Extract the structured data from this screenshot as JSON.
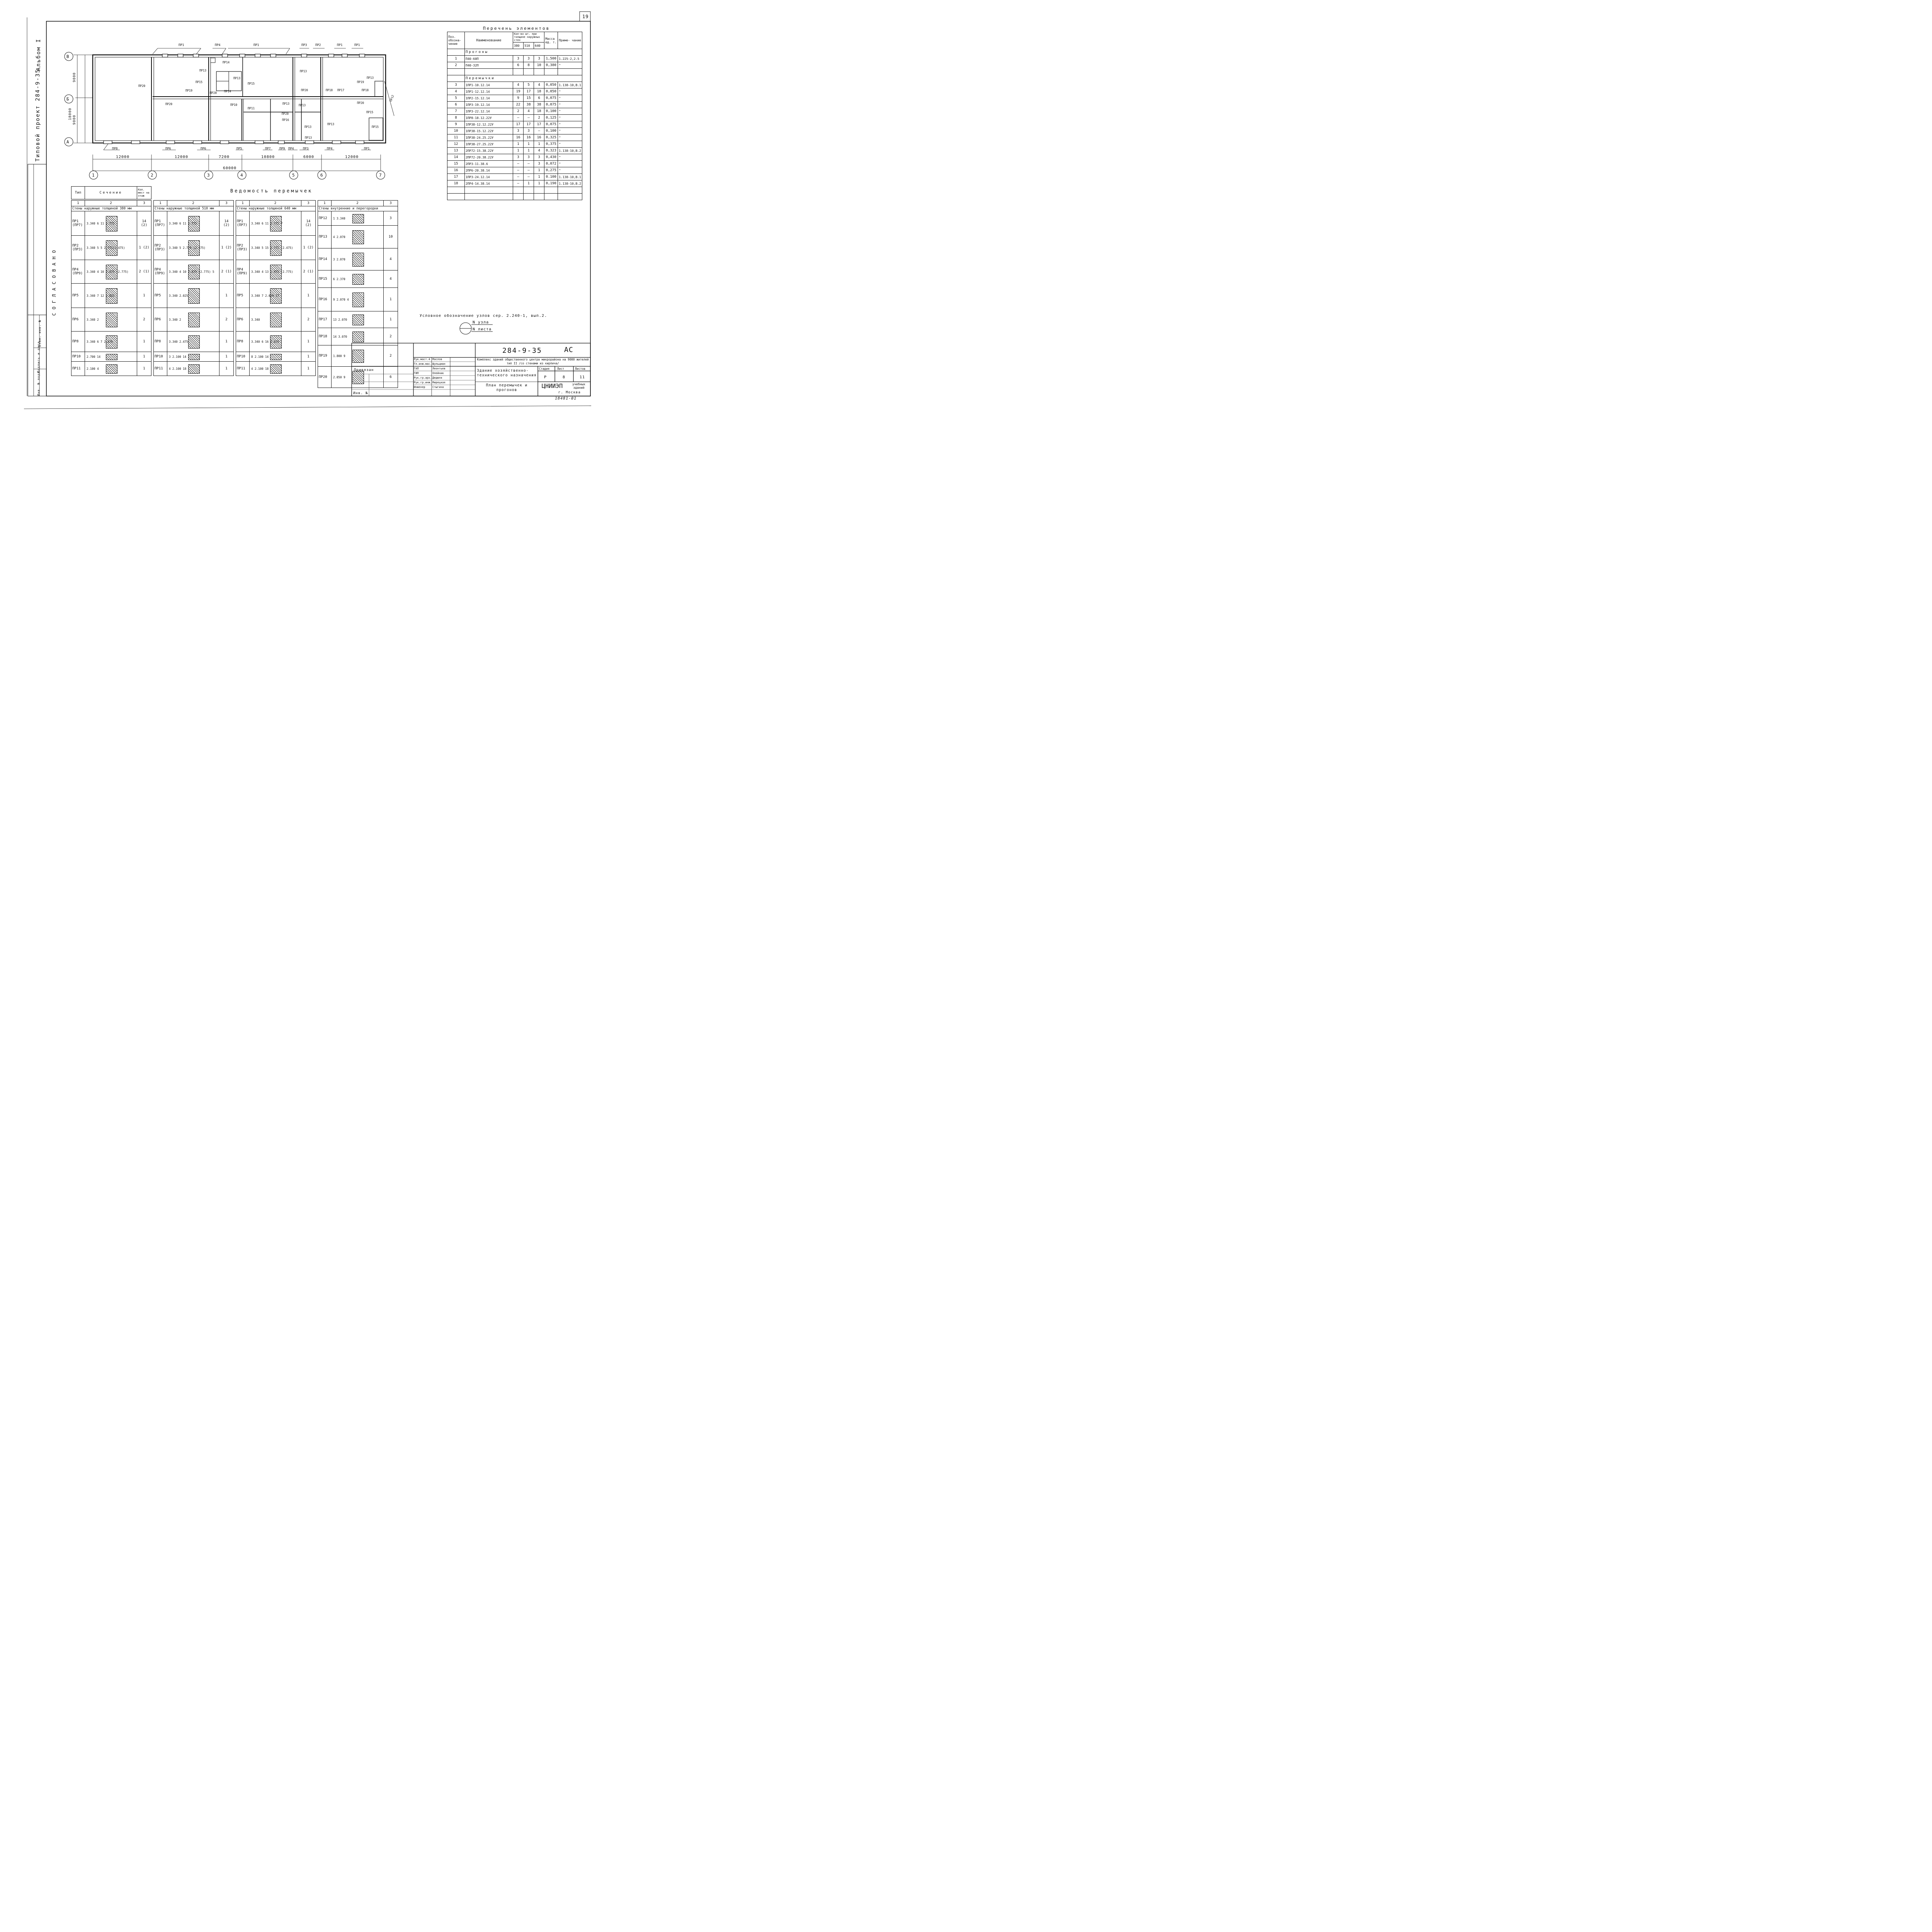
{
  "sheet": {
    "number": "19",
    "album": "Альбом I",
    "project": "Типовой проект 284-9-35",
    "agreed": "СОГЛАСОВАНО"
  },
  "left_margin": {
    "inv_orig": "Инв. № подл.",
    "sign_date": "Подпись и дата",
    "replace_inv": "Взам. инв. №"
  },
  "plan": {
    "axes_letters": [
      "В",
      "Б",
      "А"
    ],
    "axes_numbers": [
      "1",
      "2",
      "3",
      "4",
      "5",
      "6",
      "7"
    ],
    "dims_bottom": [
      "12000",
      "12000",
      "7200",
      "10800",
      "6000",
      "12000"
    ],
    "dim_total": "60000",
    "dims_left": [
      "9000",
      "9000",
      "18000"
    ],
    "top_labels": [
      "ПР1",
      "ПР4",
      "ПР1",
      "ПР3",
      "ПР2",
      "ПР1",
      "ПР1"
    ],
    "bottom_labels": [
      "ПР8",
      "ПР6",
      "ПР6",
      "ПР5",
      "ПР7",
      "ПР9",
      "ПР4",
      "ПР3",
      "ПР4",
      "ПР1"
    ],
    "inner_labels": [
      "ПР20",
      "ПР20",
      "ПР19",
      "ПР15",
      "ПР13",
      "ПР14",
      "ПР13",
      "ПР20",
      "ПР14",
      "ПР15",
      "ПР10",
      "ПР11",
      "ПР13",
      "ПР13",
      "ПР20",
      "ПР16",
      "ПР13",
      "ПР13",
      "ПР13",
      "ПР20",
      "ПР18",
      "ПР17",
      "ПР18",
      "ПР19",
      "ПР13",
      "ПР20",
      "ПР12",
      "ПР15",
      "ПР15",
      "ПР13"
    ]
  },
  "elements": {
    "title": "Перечень элементов",
    "headers": {
      "pos": "Поз. обозна- чение",
      "name": "Наименование",
      "qty": "Кол-во шт. при толщине наружных стен",
      "qty_cols": [
        "380",
        "510",
        "640"
      ],
      "mass": "Масса ед. т.",
      "note": "Приме- чание"
    },
    "group1": "Прогоны",
    "group2": "Перемычки",
    "rows1": [
      [
        "1",
        "П40-60П",
        "3",
        "3",
        "3",
        "1,500",
        "1.225-2,2.5"
      ],
      [
        "2",
        "П40-32П",
        "6",
        "8",
        "10",
        "0,380",
        "\""
      ]
    ],
    "rows2": [
      [
        "3",
        "1ПР1-10.12.14",
        "4",
        "5",
        "4",
        "0,050",
        "1.138-10,В.1"
      ],
      [
        "4",
        "1ПР1-12.12.14",
        "19",
        "17",
        "18",
        "0,050",
        "\""
      ],
      [
        "5",
        "1ПР2-15.12.14",
        "9",
        "15",
        "6",
        "0,075",
        "\""
      ],
      [
        "6",
        "1ПР3-19.12.14",
        "22",
        "38",
        "38",
        "0,075",
        "\""
      ],
      [
        "7",
        "1ПР3-22.12.14",
        "2",
        "4",
        "18",
        "0,100",
        "\""
      ],
      [
        "8",
        "1ПР8-18.12.22У",
        "—",
        "—",
        "2",
        "0,125",
        "\""
      ],
      [
        "9",
        "1ПР38-12.12.22У",
        "17",
        "17",
        "17",
        "0,075",
        "\""
      ],
      [
        "10",
        "1ПР38-15.12.22У",
        "3",
        "3",
        "—",
        "0,100",
        "\""
      ],
      [
        "11",
        "1ПР38-24.25.22У",
        "16",
        "16",
        "16",
        "0,325",
        "\""
      ],
      [
        "12",
        "1ПР38-27.25.22У",
        "1",
        "1",
        "1",
        "0,375",
        "\""
      ],
      [
        "13",
        "2ПР72-15.38.22У",
        "1",
        "1",
        "4",
        "0,323",
        "1.138-10,В.2"
      ],
      [
        "14",
        "2ПР72-20.38.22У",
        "3",
        "3",
        "3",
        "0,430",
        "\""
      ],
      [
        "15",
        "2ПР3-11.38.6",
        "—",
        "—",
        "3",
        "0,072",
        "\""
      ],
      [
        "16",
        "2ПР6-20.38.14",
        "—",
        "—",
        "1",
        "0,275",
        "\""
      ],
      [
        "17",
        "1ПР3-24.12.14",
        "—",
        "—",
        "1",
        "0.100",
        "1.138-10,В.1"
      ],
      [
        "18",
        "2ПР4-14.38.14",
        "—",
        "1",
        "1",
        "0,190",
        "1.138-10,В.2"
      ]
    ]
  },
  "lintels": {
    "title": "Ведомость перемычек",
    "head": {
      "type": "Тип",
      "section": "Сечение",
      "count": "Кол. мест на этаж"
    },
    "col_nums": [
      "1",
      "2",
      "3"
    ],
    "groups": [
      {
        "title": "Стены наружные толщиной 380 мм",
        "rows": [
          {
            "type": "ПР1 (ПР7)",
            "section": "3.340 6 11 2.775",
            "count": "14 (2)"
          },
          {
            "type": "ПР2 (ПР3)",
            "section": "3.340 5 5 2.775(2.475)",
            "count": "1 (2)"
          },
          {
            "type": "ПР4 (ПР9)",
            "section": "3.340 4 10 2.475 (2.775)",
            "count": "2 (1)"
          },
          {
            "type": "ПР5",
            "section": "3.340 7 12 2.025",
            "count": "1"
          },
          {
            "type": "ПР6",
            "section": "3.340 2",
            "count": "2"
          },
          {
            "type": "ПР8",
            "section": "3.340 6 7 2.475",
            "count": "1"
          },
          {
            "type": "ПР10",
            "section": "2.700 14",
            "count": "1"
          },
          {
            "type": "ПР11",
            "section": "2.100 4",
            "count": "1"
          }
        ]
      },
      {
        "title": "Стены наружные толщиной 510 мм",
        "rows": [
          {
            "type": "ПР1 (ПР7)",
            "section": "3.340 6 11 2.775",
            "count": "14 (2)"
          },
          {
            "type": "ПР2 (ПР3)",
            "section": "3.340 5 2.775 (2.475)",
            "count": "1 (2)"
          },
          {
            "type": "ПР4 (ПР9)",
            "section": "3.340 4 10 2.475 (2.775) 5",
            "count": "2 (1)"
          },
          {
            "type": "ПР5",
            "section": "3.340 2.025",
            "count": "1"
          },
          {
            "type": "ПР6",
            "section": "3.340 2",
            "count": "2"
          },
          {
            "type": "ПР8",
            "section": "3.340 2.475",
            "count": "1"
          },
          {
            "type": "ПР10",
            "section": "3 2.100 14",
            "count": "1"
          },
          {
            "type": "ПР11",
            "section": "4 2.100 18",
            "count": "1"
          }
        ]
      },
      {
        "title": "Стены наружные толщиной 640 мм",
        "rows": [
          {
            "type": "ПР1 (ПР7)",
            "section": "3.340 6 11 2.775 7",
            "count": "14 (2)"
          },
          {
            "type": "ПР2 (ПР3)",
            "section": "3.340 5 15 2.775 (2.475)",
            "count": "1 (2)"
          },
          {
            "type": "ПР4 (ПР9)",
            "section": "3.340 4 13 2.475 (2.775)",
            "count": "2 (1)"
          },
          {
            "type": "ПР5",
            "section": "3.340 7 2.026 17",
            "count": "1"
          },
          {
            "type": "ПР6",
            "section": "3.340",
            "count": "2"
          },
          {
            "type": "ПР8",
            "section": "3.340 6 16 2.475",
            "count": "1"
          },
          {
            "type": "ПР10",
            "section": "8 2.100 14",
            "count": "1"
          },
          {
            "type": "ПР11",
            "section": "4 2.100 18",
            "count": "1"
          }
        ]
      },
      {
        "title": "Стены внутренние и перегородки",
        "rows": [
          {
            "type": "ПР12",
            "section": "1 3.340",
            "count": "3"
          },
          {
            "type": "ПР13",
            "section": "4 2.070",
            "count": "10"
          },
          {
            "type": "ПР14",
            "section": "3 2.070",
            "count": "4"
          },
          {
            "type": "ПР15",
            "section": "6 2.370",
            "count": "4"
          },
          {
            "type": "ПР16",
            "section": "9 2.070 4",
            "count": "1"
          },
          {
            "type": "ПР17",
            "section": "13 2.070",
            "count": "1"
          },
          {
            "type": "ПР18",
            "section": "14 3.070",
            "count": "2"
          },
          {
            "type": "ПР19",
            "section": "1.800 9",
            "count": "2"
          },
          {
            "type": "ПР20",
            "section": "2.050 9",
            "count": "6"
          }
        ]
      }
    ]
  },
  "legend": {
    "caption": "Условное обозначение узлов сер. 2.240-1, вып.2.",
    "line1": "N узла",
    "line2": "N листа"
  },
  "title_block": {
    "code": "284-9-35",
    "mark": "АС",
    "complex": "Комплекс зданий общественного центра микрорайона на 9000 жителей тип II /со стенами из кирпича/",
    "building": "Здание хозяйственно- технического назначения",
    "sheet_title": "План перемычек и прогонов",
    "stage_h": "Стадия",
    "sheet_h": "Лист",
    "sheets_h": "Листов",
    "stage": "Р",
    "sheet": "8",
    "sheets": "11",
    "org": "ЦНИИЭП",
    "org2": "учебных зданий",
    "city": "г. Москва",
    "ref": "18481-01",
    "tied": "Привязан",
    "inv": "Инв. №",
    "staff": [
      [
        "Рук.маст.4",
        "Маслов"
      ],
      [
        "Гл.инж.мас.",
        "Шульцман"
      ],
      [
        "ГАП",
        "Леонтьев"
      ],
      [
        "ГИП",
        "Олейник"
      ],
      [
        "Рук.гр.арх.",
        "Дедюля"
      ],
      [
        "Рук.гр.инж.",
        "Мирецкая"
      ],
      [
        "Инженер",
        "Стыгина"
      ]
    ]
  }
}
